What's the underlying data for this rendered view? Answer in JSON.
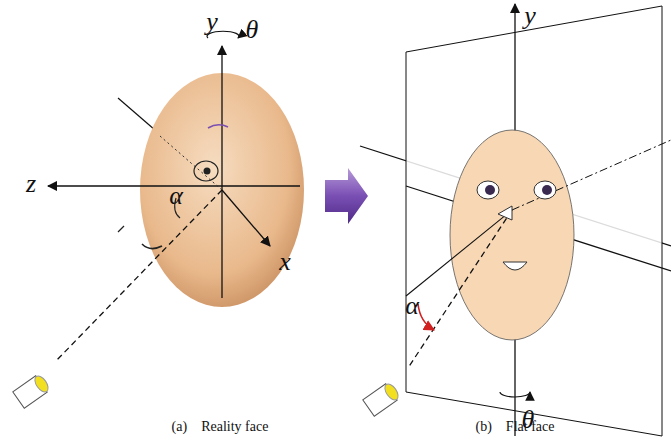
{
  "diagram": {
    "labels": [
      "y",
      "θ",
      "z",
      "α",
      "x",
      "y",
      "α",
      "θ",
      "(a)    Reality face",
      "(b)    Flat face"
    ]
  }
}
